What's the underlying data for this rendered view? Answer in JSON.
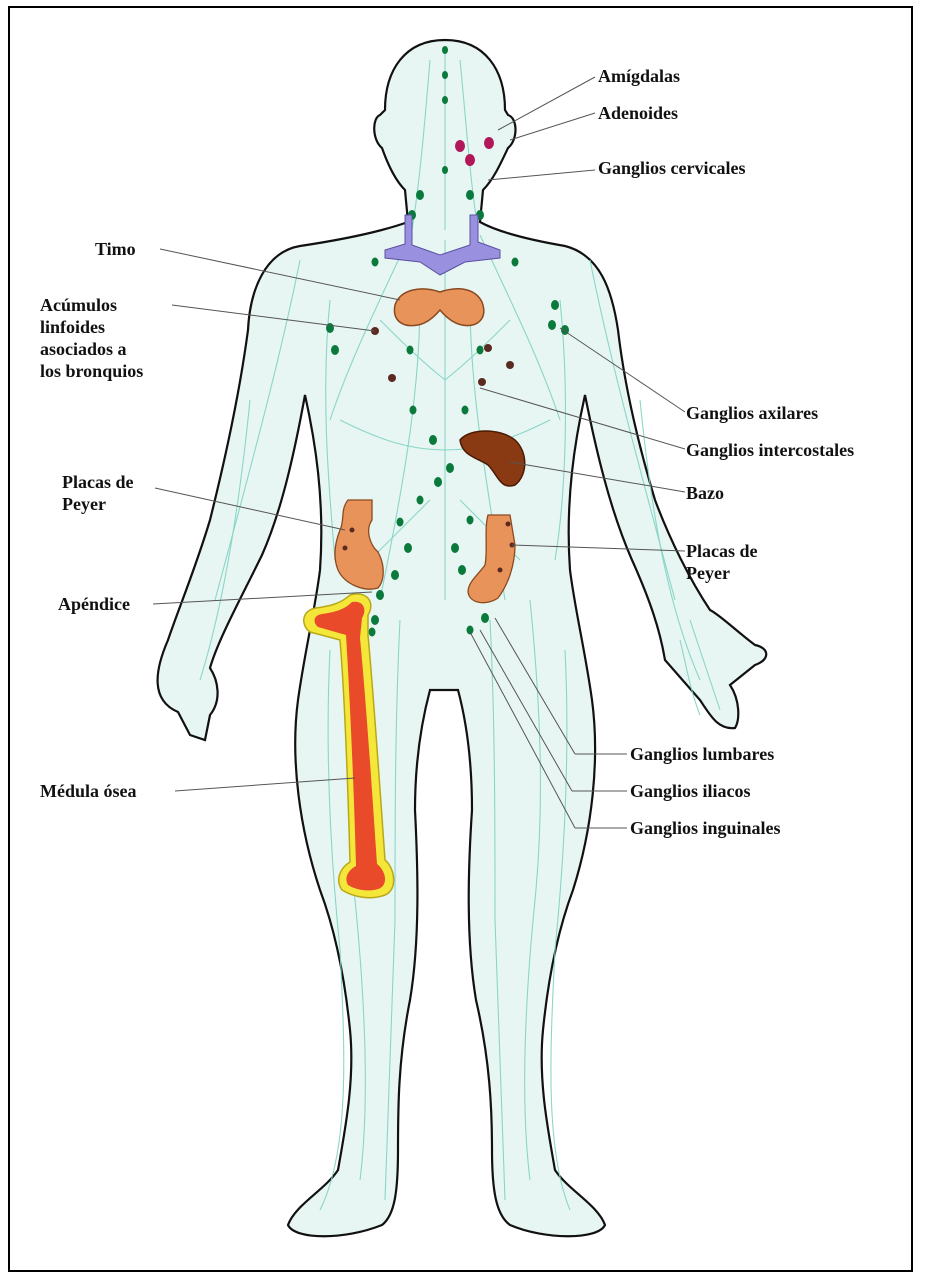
{
  "labels": {
    "amigdalas": "Amígdalas",
    "adenoides": "Adenoides",
    "ganglios_cervicales": "Ganglios cervicales",
    "timo": "Timo",
    "acumulos": "Acúmulos\nlinfoides\nasociados a\nlos bronquios",
    "ganglios_axilares": "Ganglios axilares",
    "ganglios_intercostales": "Ganglios intercostales",
    "bazo": "Bazo",
    "placas_peyer_left": "Placas de\nPeyer",
    "placas_peyer_right": "Placas de\nPeyer",
    "apendice": "Apéndice",
    "ganglios_lumbares": "Ganglios lumbares",
    "ganglios_iliacos": "Ganglios iliacos",
    "medula_osea": "Médula ósea",
    "ganglios_inguinales": "Ganglios inguinales"
  },
  "colors": {
    "body_fill": "#e8f6f3",
    "lymph_vessel": "#7fd3c2",
    "lymph_node": "#0a7a3c",
    "thymus": "#e8935a",
    "spleen": "#8a3a12",
    "intestine": "#e8935a",
    "bone_outline": "#f5e63a",
    "bone_marrow": "#e84a2a",
    "tonsils": "#b0185a",
    "veins": "#9a90e0"
  }
}
